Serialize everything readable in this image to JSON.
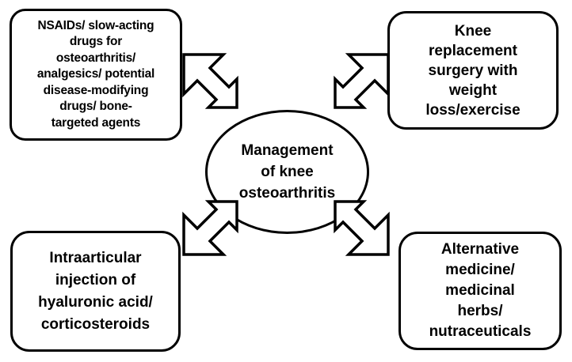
{
  "diagram": {
    "title": "Management of knee osteoarthritis",
    "type": "hub-and-spoke",
    "center": {
      "label": "Management\nof knee\nosteoarthritis",
      "shape": "ellipse"
    },
    "nodes": [
      {
        "id": "pharmacologic",
        "position": "top-left",
        "label": "NSAIDs/ slow-acting\ndrugs for\nosteoarthritis/\nanalgesics/ potential\ndisease-modifying\ndrugs/ bone-\ntargeted agents"
      },
      {
        "id": "surgical",
        "position": "top-right",
        "label": "Knee\nreplacement\nsurgery with\nweight\nloss/exercise"
      },
      {
        "id": "injection",
        "position": "bottom-left",
        "label": "Intraarticular\ninjection of\nhyaluronic acid/\ncorticosteroids"
      },
      {
        "id": "alternative",
        "position": "bottom-right",
        "label": "Alternative\nmedicine/\nmedicinal\nherbs/\nnutraceuticals"
      }
    ],
    "arrows": [
      {
        "id": "arrow-top-left",
        "from": "pharmacologic",
        "to": "center",
        "direction": "down-right"
      },
      {
        "id": "arrow-top-right",
        "from": "surgical",
        "to": "center",
        "direction": "down-left"
      },
      {
        "id": "arrow-bottom-left",
        "from": "injection",
        "to": "center",
        "direction": "up-right"
      },
      {
        "id": "arrow-bottom-right",
        "from": "alternative",
        "to": "center",
        "direction": "up-left"
      }
    ],
    "colors": {
      "stroke": "#000000",
      "fill": "#ffffff",
      "text": "#000000"
    }
  }
}
